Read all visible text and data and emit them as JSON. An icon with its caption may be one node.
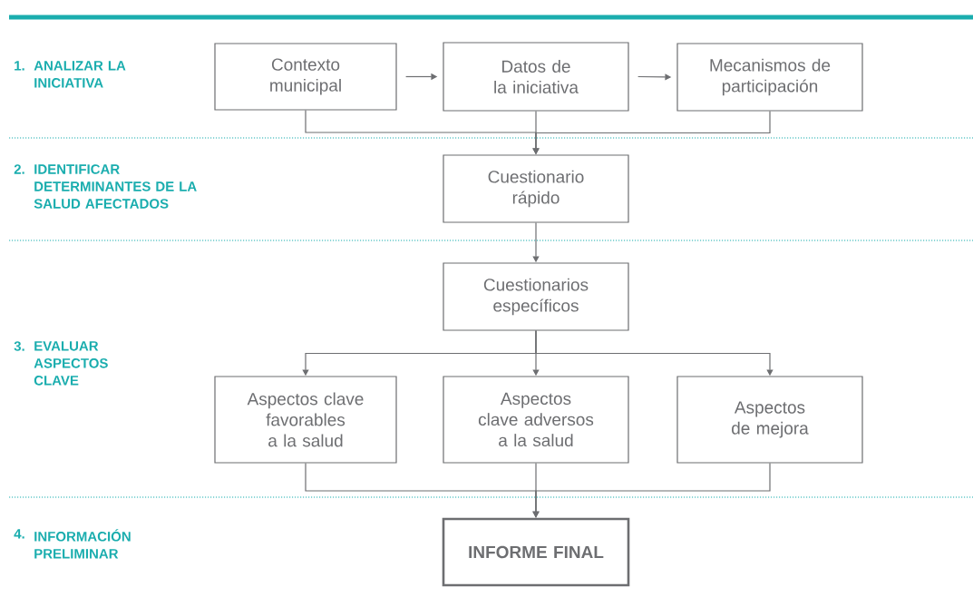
{
  "diagram": {
    "nodes": [
      {
        "text": [
          "Contexto municipal"
        ]
      },
      {
        "text": [
          "Datos de la iniciativa"
        ]
      },
      {
        "text": [
          "Mecanismos de participación"
        ]
      },
      {
        "text": [
          "Cuestionario rápido"
        ]
      },
      {
        "text": [
          "Cuestionarios específicos"
        ]
      },
      {
        "text": [
          "Aspectos clave favorables a la salud"
        ]
      },
      {
        "text": [
          "Aspectos clave adversos a la salud"
        ]
      },
      {
        "text": [
          "Aspectos de mejora"
        ]
      },
      {
        "text": [
          "INFORME FINAL"
        ]
      }
    ],
    "edges": [
      {
        "from": 0,
        "to": 1,
        "arrow": "to"
      },
      {
        "from": 1,
        "to": 2,
        "arrow": "to"
      },
      {
        "from": 0,
        "to": 3,
        "arrow": "to"
      },
      {
        "from": 1,
        "to": 3,
        "arrow": "to"
      },
      {
        "from": 2,
        "to": 3,
        "arrow": "to"
      },
      {
        "from": 3,
        "to": 4,
        "arrow": "to"
      },
      {
        "from": 4,
        "to": 5,
        "arrow": "to"
      },
      {
        "from": 4,
        "to": 6,
        "arrow": "to"
      },
      {
        "from": 4,
        "to": 7,
        "arrow": "to"
      },
      {
        "from": 5,
        "to": 8,
        "arrow": "to"
      },
      {
        "from": 6,
        "to": 8,
        "arrow": "to"
      },
      {
        "from": 7,
        "to": 8,
        "arrow": "to"
      }
    ],
    "labels": [
      "1.",
      "ANALIZAR LA INICIATIVA",
      "2.",
      "IDENTIFICAR DETERMINANTES DE LA SALUD AFECTADOS",
      "3.",
      "EVALUAR ASPECTOS CLAVE",
      "4.",
      "INFORMACIÓN PRELIMINAR"
    ]
  }
}
